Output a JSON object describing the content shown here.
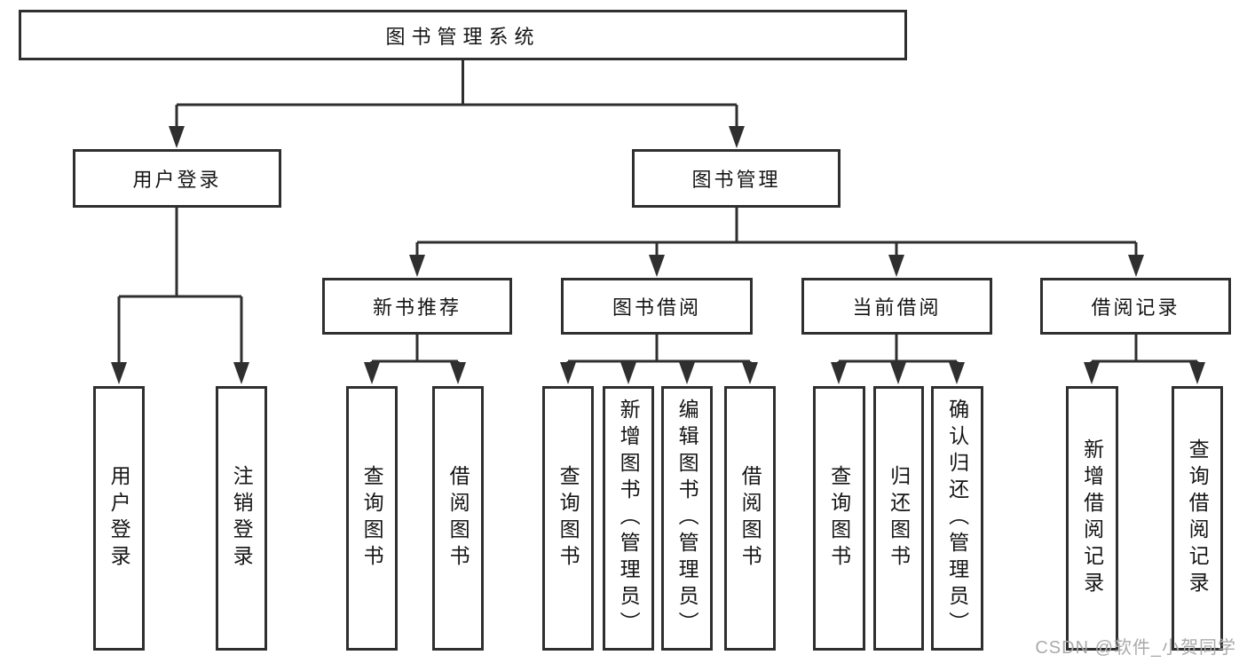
{
  "diagram_title": "图书管理系统",
  "colors": {
    "line": "#2f2f2f",
    "text": "#151515",
    "background": "#ffffff",
    "watermark": "#aaaaaa"
  },
  "watermark": "CSDN @软件_小贺同学",
  "tree": {
    "label": "图书管理系统",
    "children": [
      {
        "label": "用户登录",
        "children": [
          {
            "label": "用户登录"
          },
          {
            "label": "注销登录"
          }
        ]
      },
      {
        "label": "图书管理",
        "children": [
          {
            "label": "新书推荐",
            "children": [
              {
                "label": "查询图书"
              },
              {
                "label": "借阅图书"
              }
            ]
          },
          {
            "label": "图书借阅",
            "children": [
              {
                "label": "查询图书"
              },
              {
                "label": "新增图书（管理员）"
              },
              {
                "label": "编辑图书（管理员）"
              },
              {
                "label": "借阅图书"
              }
            ]
          },
          {
            "label": "当前借阅",
            "children": [
              {
                "label": "查询图书"
              },
              {
                "label": "归还图书"
              },
              {
                "label": "确认归还（管理员）"
              }
            ]
          },
          {
            "label": "借阅记录",
            "children": [
              {
                "label": "新增借阅记录"
              },
              {
                "label": "查询借阅记录"
              }
            ]
          }
        ]
      }
    ]
  }
}
